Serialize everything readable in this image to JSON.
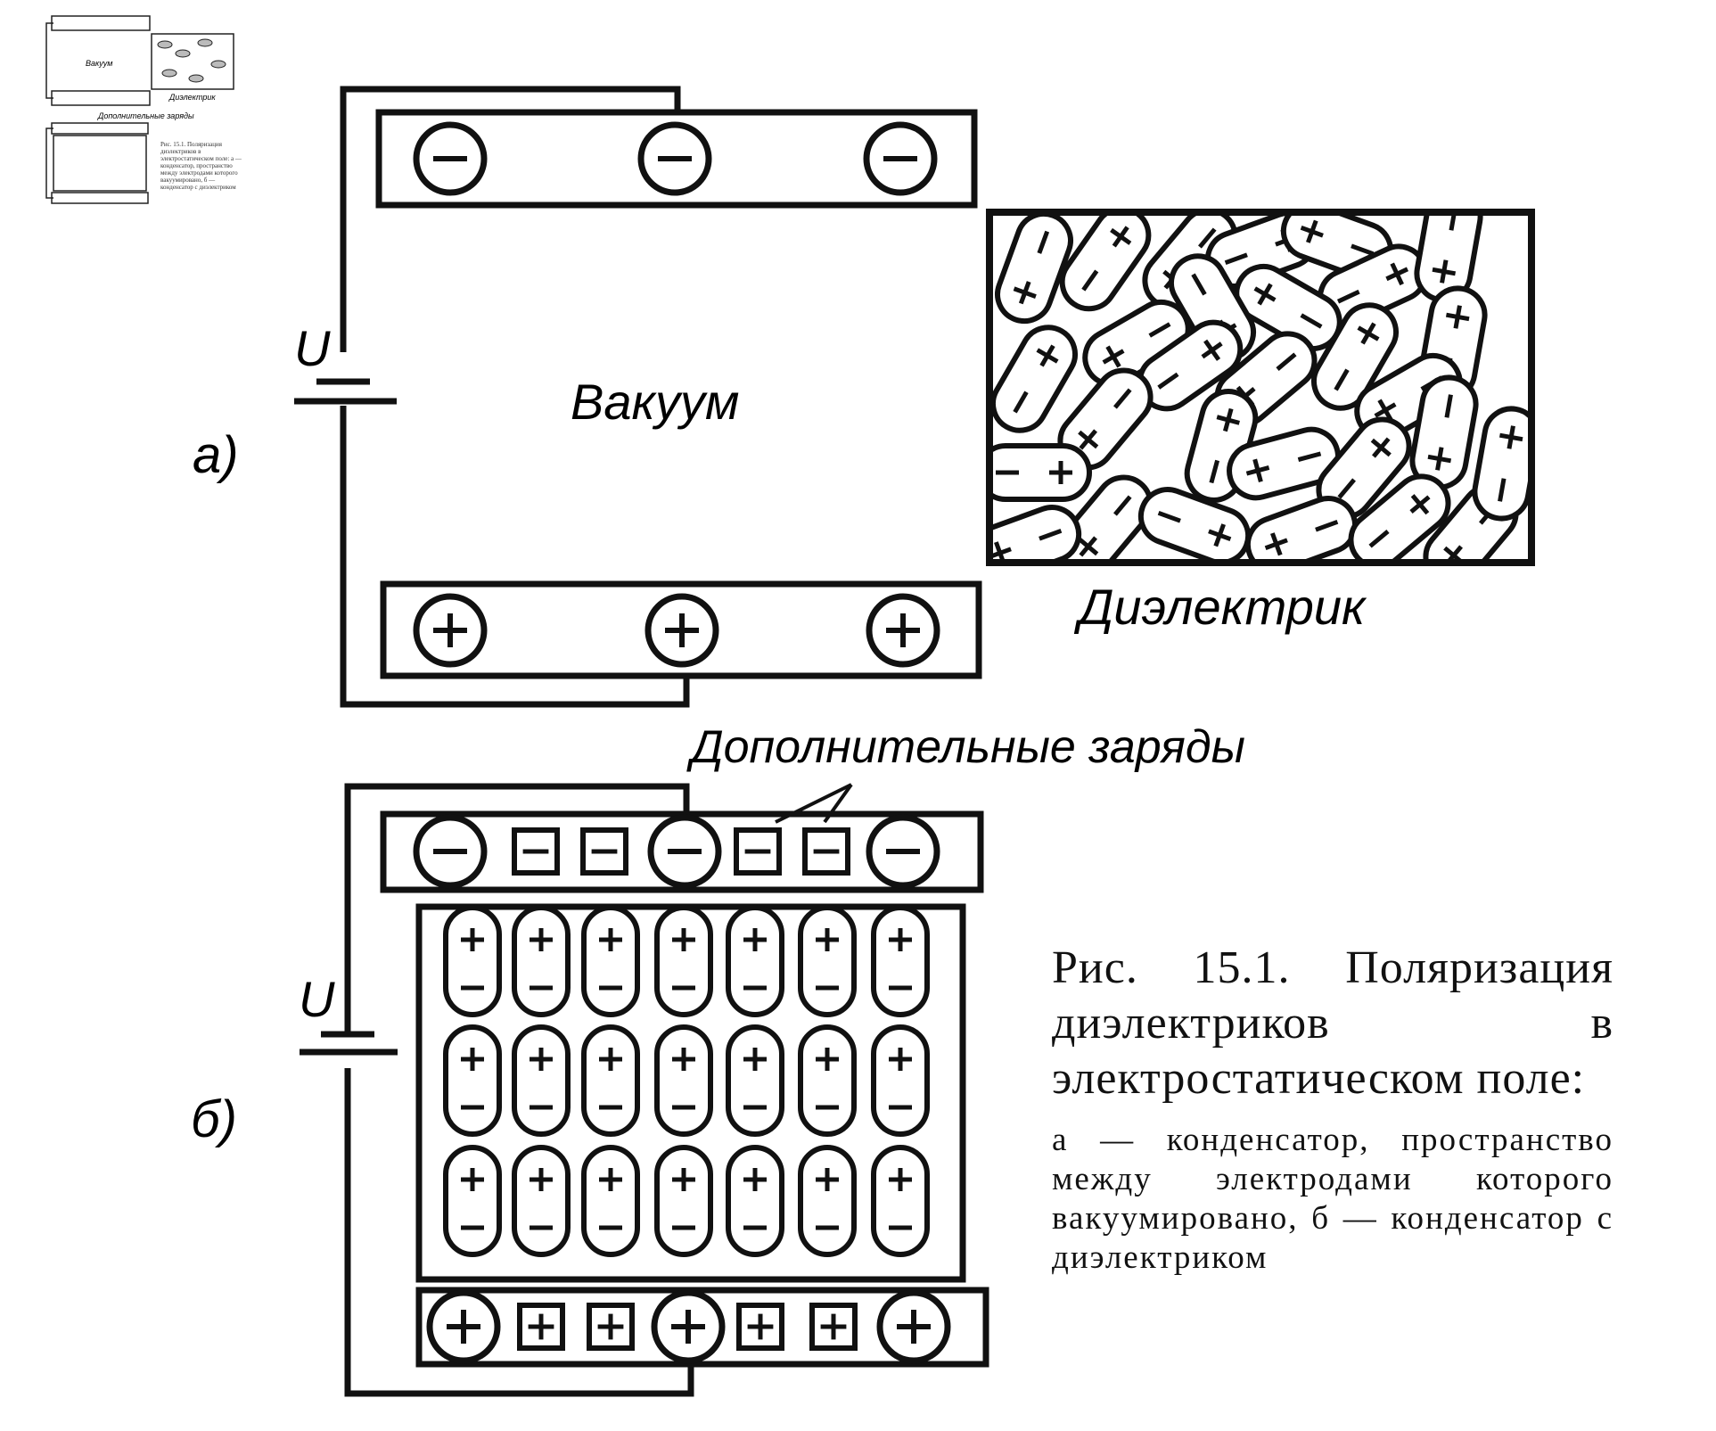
{
  "labels": {
    "part_a": "а)",
    "part_b": "б)",
    "voltage": "U",
    "vacuum": "Вакуум",
    "dielectric": "Диэлектрик",
    "extra_charges": "Дополнительные заряды"
  },
  "caption": {
    "title": "Рис. 15.1. Поляризация диэлектриков в электростатическом поле:",
    "body": "а — конденсатор, пространство между электродами которого вакуумировано, б — конденсатор с диэлектриком"
  },
  "thumbnail": {
    "caption_fragment": "Рис. 15.1. Поляризация диэлектриков в электростатическом поле: а — конденсатор, пространство между электродами которого вакуумировано, б — конденсатор с диэлектриком"
  },
  "symbols": {
    "plus": "+",
    "minus": "−"
  },
  "colors": {
    "ink": "#111111",
    "paper": "#ffffff"
  }
}
